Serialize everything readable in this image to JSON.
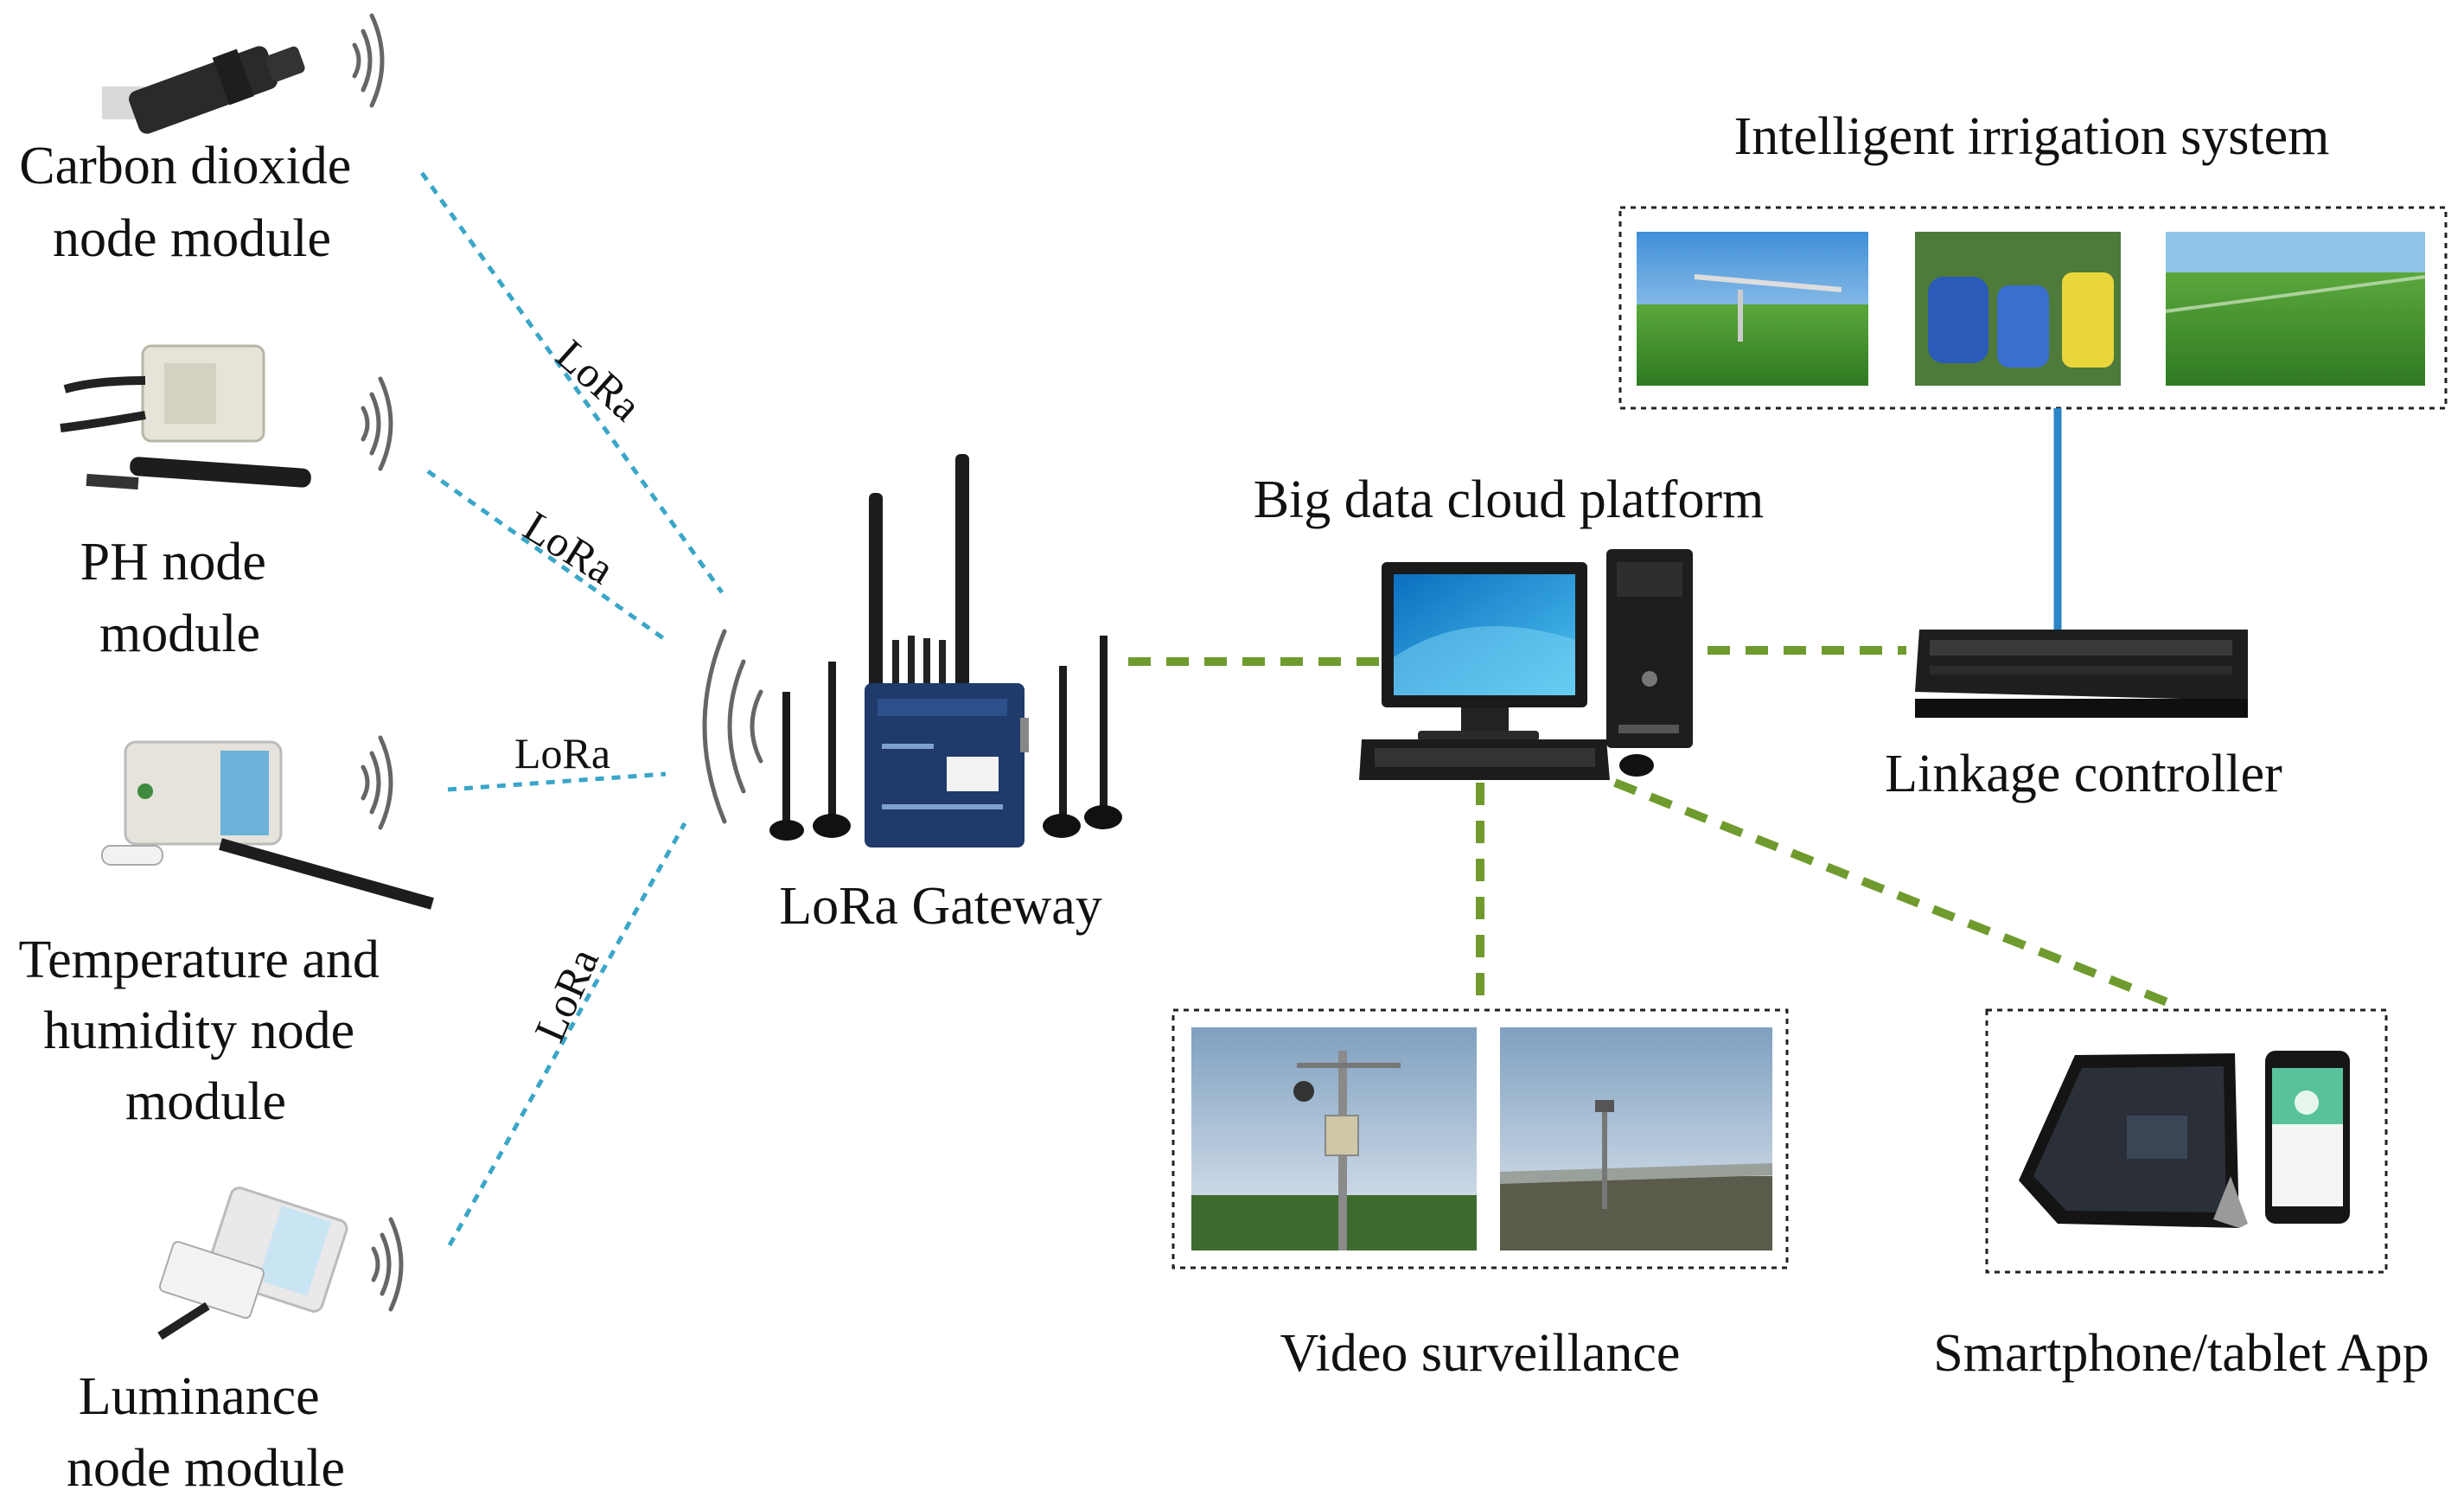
{
  "nodes": {
    "co2": [
      "Carbon dioxide",
      "node module"
    ],
    "ph": [
      "PH node",
      "module"
    ],
    "temp": [
      "Temperature and",
      "humidity node",
      "module"
    ],
    "lum": [
      "Luminance",
      "node module"
    ]
  },
  "links": {
    "co2": "LoRa",
    "ph": "LoRa",
    "temp": "LoRa",
    "lum": "LoRa"
  },
  "gateway": "LoRa Gateway",
  "cloud": "Big data cloud platform",
  "irrigation": "Intelligent irrigation system",
  "controller": "Linkage controller",
  "video": "Video surveillance",
  "app": "Smartphone/tablet App",
  "colors": {
    "lora_link": "#3aa6c8",
    "ethernet_link": "#6f9b2e",
    "controller_link": "#2a86c8",
    "gateway_body": "#1f3a6b"
  }
}
